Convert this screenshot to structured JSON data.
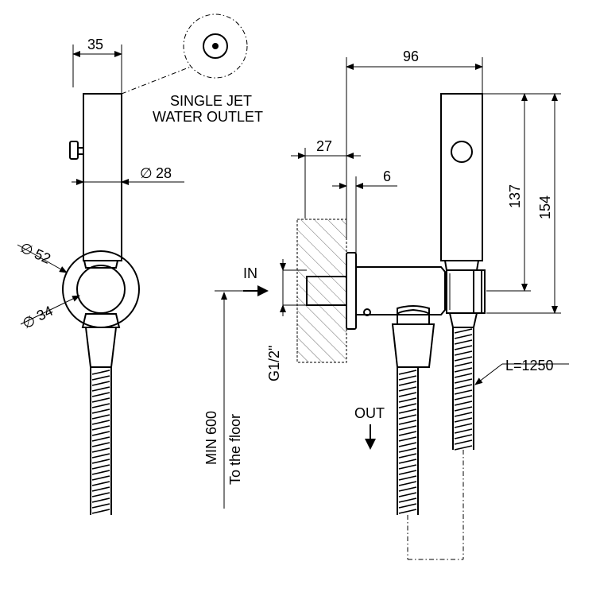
{
  "callout": {
    "line1": "SINGLE JET",
    "line2": "WATER OUTLET"
  },
  "dimensions": {
    "width_35": "35",
    "dia_28": "28",
    "dia_52": "52",
    "dia_34": "34",
    "overall_96": "96",
    "depth_27": "27",
    "offset_6": "6",
    "height_137": "137",
    "height_154": "154",
    "hose_length": "L=1250",
    "thread": "G1/2\"",
    "min_height": "MIN 600",
    "to_floor": "To the floor"
  },
  "flow": {
    "in_label": "IN",
    "out_label": "OUT"
  },
  "symbols": {
    "diameter": "∅"
  }
}
